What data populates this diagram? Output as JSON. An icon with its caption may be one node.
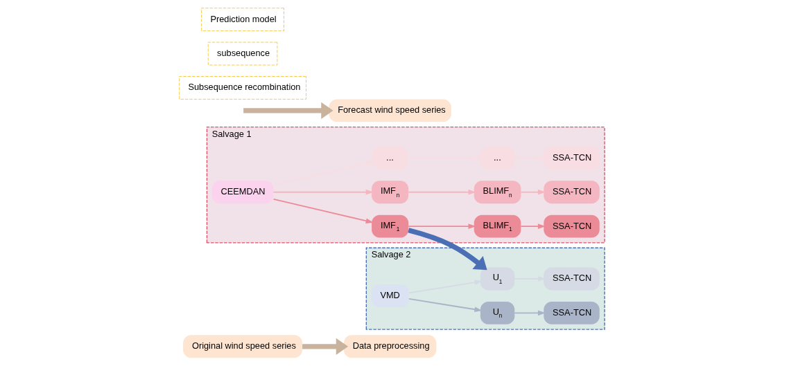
{
  "diagram": {
    "nodes": [
      {
        "text": [
          "Original wind speed series"
        ]
      },
      {
        "text": [
          "Data preprocessing"
        ]
      },
      {
        "text": [
          "Salvage 1"
        ]
      },
      {
        "text": [
          "CEEMDAN"
        ],
        "in": 2
      },
      {
        "text": [
          "IMF$_{n}$"
        ],
        "in": 2
      },
      {
        "text": [
          "..."
        ],
        "in": 2
      },
      {
        "text": [
          "IMF$_{1}$"
        ],
        "in": 2
      },
      {
        "text": [
          "BLIMF$_{n}$"
        ],
        "in": 2
      },
      {
        "text": [
          "..."
        ],
        "in": 2
      },
      {
        "text": [
          "BLIMF$_{1}$"
        ],
        "in": 2
      },
      {
        "text": [
          "SSA-TCN"
        ],
        "in": 2
      },
      {
        "text": [
          "SSA-TCN"
        ],
        "in": 2
      },
      {
        "text": [
          "SSA-TCN"
        ],
        "in": 2
      },
      {
        "text": [
          "Salvage 2"
        ]
      },
      {
        "text": [
          "VMD"
        ],
        "in": 13
      },
      {
        "text": [
          "U$_{1}$"
        ],
        "in": 13
      },
      {
        "text": [
          "U$_{n}$"
        ],
        "in": 13
      },
      {
        "text": [
          "SSA-TCN"
        ],
        "in": 13
      },
      {
        "text": [
          "SSA-TCN"
        ],
        "in": 13
      },
      {
        "text": [
          "Forecast wind speed series"
        ]
      }
    ],
    "edges": [
      {
        "from": 0,
        "to": 1,
        "arrow": "to",
        "color": "#c9b39c",
        "style": "thick"
      },
      {
        "from": 3,
        "to": 4,
        "arrow": "to"
      },
      {
        "from": 3,
        "to": 5,
        "arrow": "to",
        "color": "#f8dde2"
      },
      {
        "from": 3,
        "to": 6,
        "arrow": "to",
        "color": "#ec8b98"
      },
      {
        "from": 4,
        "to": 7,
        "arrow": "to"
      },
      {
        "from": 5,
        "to": 8,
        "arrow": "to",
        "color": "#f8dde2"
      },
      {
        "from": 6,
        "to": 9,
        "arrow": "to",
        "color": "#ec8b98"
      },
      {
        "from": 7,
        "to": 10,
        "arrow": "to"
      },
      {
        "from": 8,
        "to": 11,
        "arrow": "to",
        "color": "#f8dde2"
      },
      {
        "from": 9,
        "to": 12,
        "arrow": "to",
        "color": "#ec8b98"
      },
      {
        "from": 6,
        "to": 15,
        "arrow": "to",
        "style": "thick",
        "color": "#4a6fb5"
      },
      {
        "from": 14,
        "to": 15,
        "arrow": "to",
        "color": "#d5dae4"
      },
      {
        "from": 14,
        "to": 16,
        "arrow": "to",
        "color": "#aab4c8"
      },
      {
        "from": 15,
        "to": 17,
        "arrow": "to",
        "color": "#d5dae4"
      },
      {
        "from": 16,
        "to": 18,
        "arrow": "to",
        "color": "#aab4c8"
      },
      {
        "from": null,
        "to": 19,
        "arrow": "to",
        "color": "#c9b39c",
        "style": "thick"
      }
    ],
    "labels": [
      "Subsequence recombination",
      "subsequence",
      "Prediction model"
    ]
  }
}
